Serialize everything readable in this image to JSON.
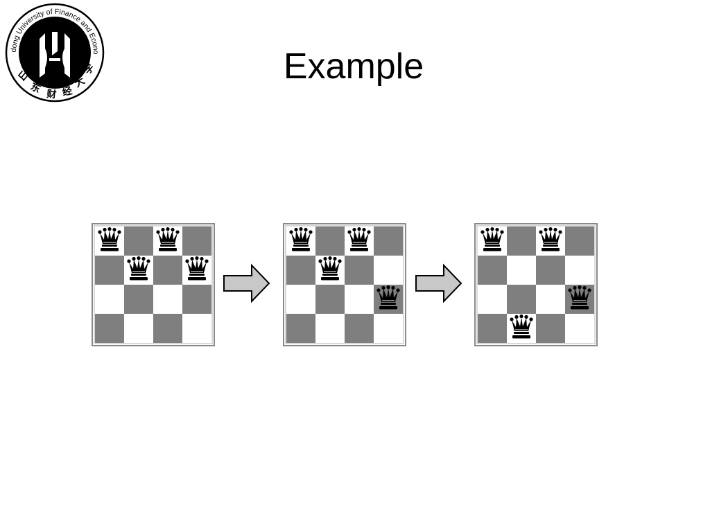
{
  "slide": {
    "title": "Example"
  },
  "logo": {
    "text": "Shandong University of Finance and Economics",
    "chinese": "山东财经大学"
  },
  "diagram": {
    "board_size": 4,
    "colors": {
      "dark_square": "#7f7f7f",
      "light_square": "#ffffff",
      "frame": "#8a8a8a",
      "arrow_fill": "#c8c8c8",
      "queen": "#000000"
    },
    "boards": [
      {
        "queens": [
          [
            0,
            0
          ],
          [
            0,
            2
          ],
          [
            1,
            1
          ],
          [
            1,
            3
          ]
        ]
      },
      {
        "queens": [
          [
            0,
            0
          ],
          [
            0,
            2
          ],
          [
            1,
            1
          ],
          [
            2,
            3
          ]
        ]
      },
      {
        "queens": [
          [
            0,
            0
          ],
          [
            0,
            2
          ],
          [
            2,
            3
          ],
          [
            3,
            1
          ]
        ]
      }
    ],
    "arrows": [
      {
        "icon": "right-arrow-icon"
      },
      {
        "icon": "right-arrow-icon"
      }
    ]
  }
}
